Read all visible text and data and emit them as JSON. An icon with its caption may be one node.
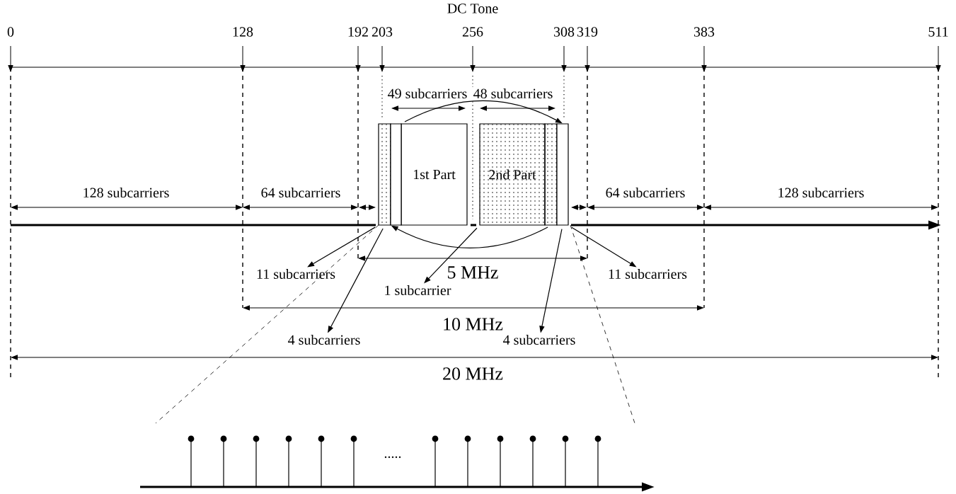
{
  "diagram": {
    "nodes": [
      {
        "text": [
          "1st Part"
        ]
      },
      {
        "text": [
          "2nd Part"
        ]
      },
      {
        "text": [],
        "shape": "box"
      },
      {
        "text": [],
        "shape": "box"
      },
      {
        "text": [],
        "shape": "box"
      },
      {
        "text": [],
        "shape": "box"
      },
      {
        "text": [
          "11 subcarriers"
        ]
      },
      {
        "text": [
          "11 subcarriers"
        ]
      },
      {
        "text": [
          "1 subcarrier"
        ]
      },
      {
        "text": [
          "4 subcarriers"
        ]
      },
      {
        "text": [
          "4 subcarriers"
        ]
      }
    ],
    "edges": [
      {
        "from": 3,
        "to": 5,
        "arrow": "to"
      },
      {
        "from": 4,
        "to": 2,
        "arrow": "to"
      },
      {
        "from": 2,
        "to": 6,
        "arrow": "to"
      },
      {
        "from": 5,
        "to": 7,
        "arrow": "to"
      },
      {
        "from": 1,
        "to": 8,
        "arrow": "to"
      },
      {
        "from": 2,
        "to": 9,
        "arrow": "to"
      },
      {
        "from": 5,
        "to": 10,
        "arrow": "to"
      }
    ],
    "labels": [
      "DC Tone",
      "0",
      "128",
      "192",
      "203",
      "256",
      "308",
      "319",
      "383",
      "511",
      "49 subcarriers",
      "48 subcarriers",
      "128 subcarriers",
      "64 subcarriers",
      "64 subcarriers",
      "128 subcarriers",
      "5 MHz",
      "10 MHz",
      "20 MHz",
      "....."
    ]
  }
}
